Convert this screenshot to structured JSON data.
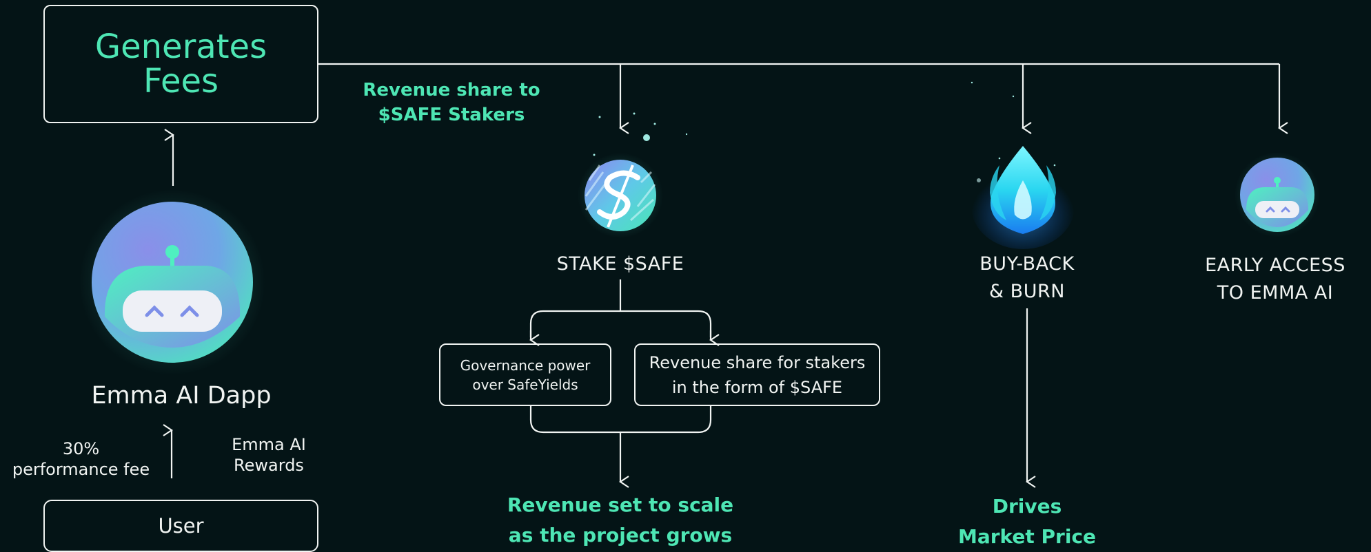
{
  "fees_box": {
    "line1": "Generates",
    "line2": "Fees"
  },
  "revenue_note": {
    "line1": "Revenue share to",
    "line2": "$SAFE Stakers"
  },
  "dapp": {
    "label": "Emma AI Dapp"
  },
  "fee_note": {
    "line1": "30%",
    "line2": "performance fee"
  },
  "rewards_note": {
    "line1": "Emma AI",
    "line2": "Rewards"
  },
  "user_box": {
    "label": "User"
  },
  "stake": {
    "label": "STAKE $SAFE",
    "governance": {
      "line1": "Governance power",
      "line2": "over SafeYields"
    },
    "revenue": {
      "line1": "Revenue share for stakers",
      "line2": "in the form of $SAFE"
    },
    "outcome": {
      "line1": "Revenue set to scale",
      "line2": "as the project grows"
    }
  },
  "burn": {
    "line1": "BUY-BACK",
    "line2": "& BURN",
    "outcome": {
      "line1": "Drives",
      "line2": "Market Price"
    }
  },
  "access": {
    "line1": "EARLY ACCESS",
    "line2": "TO EMMA AI"
  },
  "colors": {
    "background": "#041416",
    "accent": "#4ee6b4",
    "line": "#f1f4f2"
  },
  "icons": [
    "robot-icon",
    "safe-coin-icon",
    "flame-icon",
    "robot-small-icon"
  ]
}
